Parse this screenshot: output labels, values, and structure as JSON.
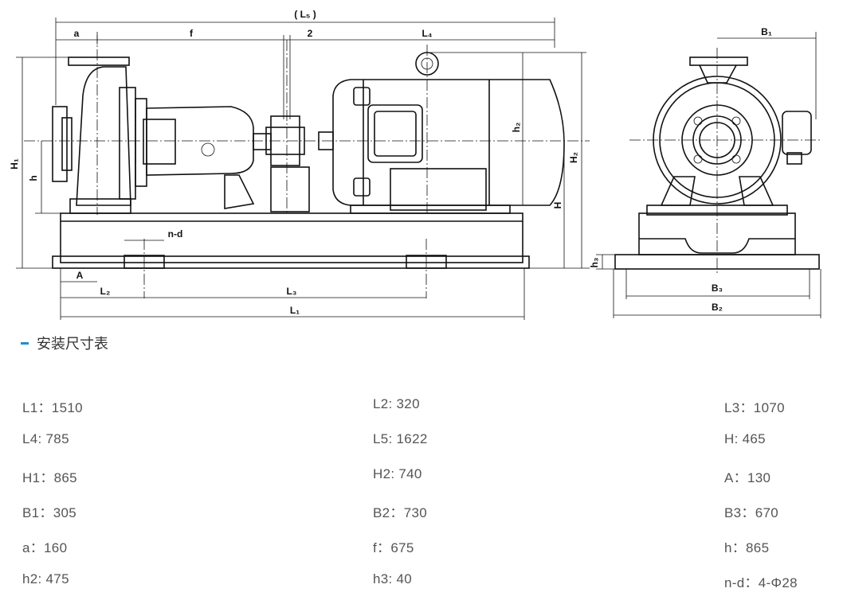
{
  "drawing": {
    "labels": {
      "L5": "( L₅ )",
      "a": "a",
      "f": "f",
      "two": "2",
      "L4": "L₄",
      "B1": "B₁",
      "H1": "H₁",
      "h": "h",
      "h2": "h₂",
      "H2": "H₂",
      "H": "H",
      "nd": "n-d",
      "A": "A",
      "L2": "L₂",
      "L3": "L₃",
      "L1": "L₁",
      "h3": "h₃",
      "B3": "B₃",
      "B2": "B₂"
    }
  },
  "section": {
    "title": "安装尺寸表"
  },
  "dimensions": [
    [
      "L1：1510",
      "L2: 320",
      "L3：1070"
    ],
    [
      "L4: 785",
      "L5: 1622",
      "H: 465"
    ],
    [
      "H1：865",
      "H2: 740",
      "A：130"
    ],
    [
      "B1：305",
      "B2：730",
      "B3：670"
    ],
    [
      "a：160",
      "f：675",
      "h：865"
    ],
    [
      "h2: 475",
      "h3: 40",
      "n-d：4-Φ28"
    ]
  ]
}
